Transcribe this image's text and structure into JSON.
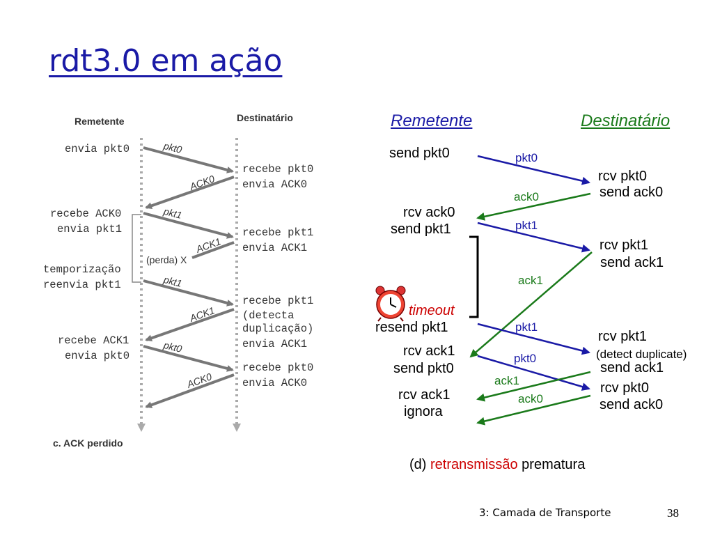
{
  "title": "rdt3.0 em ação",
  "left": {
    "sender_header": "Remetente",
    "receiver_header": "Destinatário",
    "sender_events": [
      "envia pkt0",
      "recebe ACK0",
      "envia pkt1",
      "temporização",
      "reenvia pkt1",
      "recebe ACK1",
      "envia pkt0"
    ],
    "receiver_events": [
      "recebe pkt0",
      "envia ACK0",
      "recebe pkt1",
      "envia ACK1",
      "recebe pkt1",
      "(detecta",
      "duplicação)",
      "envia ACK1",
      "recebe pkt0",
      "envia ACK0"
    ],
    "msg_labels": [
      "pkt0",
      "ACK0",
      "pkt1",
      "ACK1",
      "(perda) X",
      "pkt1",
      "ACK1",
      "pkt0",
      "ACK0"
    ],
    "caption": "c. ACK perdido"
  },
  "right": {
    "sender_header": "Remetente",
    "receiver_header": "Destinatário",
    "sender_events": [
      "send pkt0",
      "rcv ack0",
      "send pkt1",
      "timeout",
      "resend pkt1",
      "rcv ack1",
      "send pkt0",
      "rcv ack1",
      "ignora"
    ],
    "receiver_events": [
      "rcv pkt0",
      "send ack0",
      "rcv pkt1",
      "send ack1",
      "rcv pkt1",
      "(detect duplicate)",
      "send ack1",
      "rcv pkt0",
      "send ack0"
    ],
    "msg_labels": [
      "pkt0",
      "ack0",
      "pkt1",
      "ack1",
      "pkt1",
      "pkt0",
      "ack1",
      "ack0"
    ],
    "caption_pre": "(d) ",
    "caption_highlight": "retransmissão",
    "caption_post": " prematura"
  },
  "colors": {
    "title": "#1a1aa6",
    "blue": "#1a1aa6",
    "green": "#1a7a1a",
    "red": "#cc0000",
    "sender_header": "#1a1aa6",
    "receiver_header": "#1a7a1a"
  },
  "footer": {
    "chapter": "3: Camada de Transporte",
    "page": "38"
  }
}
